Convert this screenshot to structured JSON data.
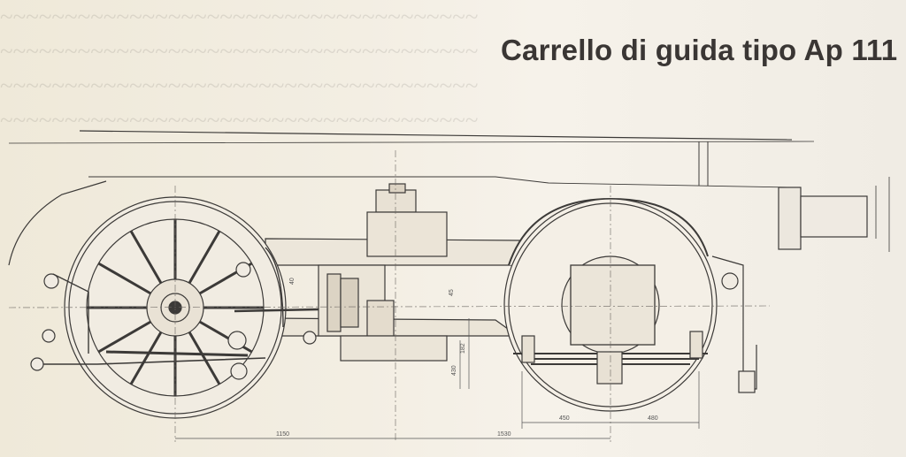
{
  "title": "Carrello di guida tipo Ap 111",
  "dimensions": {
    "d1": "1150",
    "d2": "1530",
    "d3": "450",
    "d4": "480",
    "d5": "430",
    "d6": "182",
    "d7": "40",
    "d8": "45"
  },
  "colors": {
    "paper": "#f3eee3",
    "ink": "#3c3a38",
    "title": "#3a3634"
  }
}
